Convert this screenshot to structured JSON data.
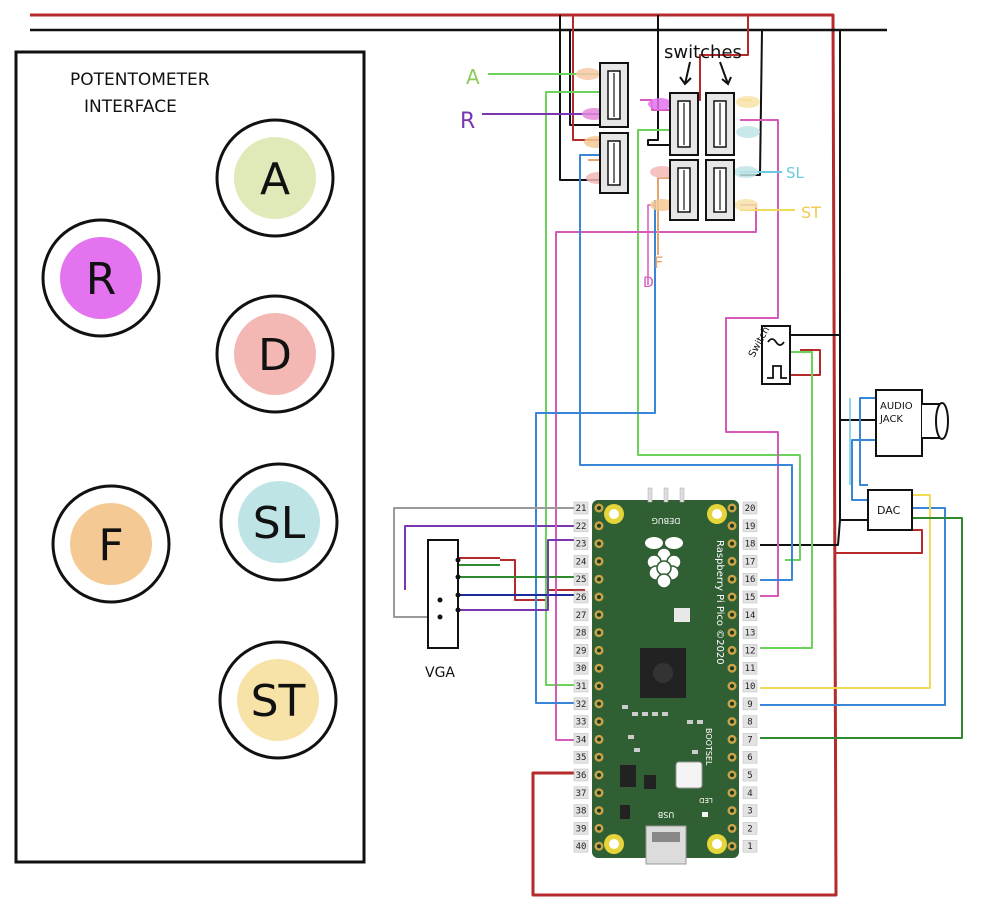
{
  "panel": {
    "title_line1": "POTENTOMETER",
    "title_line2": "INTERFACE",
    "knobs": [
      {
        "label": "A",
        "color": "#dfeab8"
      },
      {
        "label": "R",
        "color": "#e373ee"
      },
      {
        "label": "D",
        "color": "#f3b8b4"
      },
      {
        "label": "F",
        "color": "#f4c994"
      },
      {
        "label": "SL",
        "color": "#bfe4e6"
      },
      {
        "label": "ST",
        "color": "#f7e2a8"
      }
    ]
  },
  "labels": {
    "switches": "switches",
    "wire_a": "A",
    "wire_r": "R",
    "wire_f": "F",
    "wire_d": "D",
    "wire_sl": "SL",
    "wire_st": "ST",
    "wave_switch": "Switch",
    "audio_jack_line1": "AUDIO",
    "audio_jack_line2": "JACK",
    "dac": "DAC",
    "vga": "VGA"
  },
  "pico": {
    "title": "Raspberry Pi Pico ©2020",
    "debug": "DEBUG",
    "bootsel": "BOOTSEL",
    "usb": "USB",
    "led": "LED",
    "left_pins": [
      "21",
      "22",
      "23",
      "24",
      "25",
      "26",
      "27",
      "28",
      "29",
      "30",
      "31",
      "32",
      "33",
      "34",
      "35",
      "36",
      "37",
      "38",
      "39",
      "40"
    ],
    "right_pins": [
      "20",
      "19",
      "18",
      "17",
      "16",
      "15",
      "14",
      "13",
      "12",
      "11",
      "10",
      "9",
      "8",
      "7",
      "6",
      "5",
      "4",
      "3",
      "2",
      "1"
    ]
  },
  "colors": {
    "board": "#2f5f33",
    "red": "#b52a2a",
    "black": "#111111",
    "green": "#6cd35a",
    "blue": "#3a86d6",
    "magenta": "#d65ab9",
    "purple": "#7a35b0",
    "yellow": "#f1da55",
    "dark_green": "#2f8a2f",
    "navy": "#1a2a9a",
    "gray": "#9a9a9a",
    "light_blue": "#6ec8e0",
    "orange": "#e6a36b"
  }
}
